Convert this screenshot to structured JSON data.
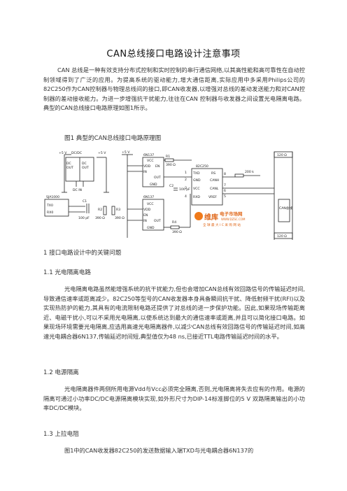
{
  "document": {
    "title": "CAN总线接口电路设计注意事项",
    "intro": "CAN 总线是一种有效支持分布式控制和实时控制的串行通信网络,以其高性能和高可靠性在自动控制领域得到了广泛的应用。为提高系统的驱动能力,增大通信距离,实际应用中多采用Philips公司的82C250作为CAN控制器与物理总线间的接口,即CAN收发器,以增强对总线的差动发送能力和对CAN控制器的差动接收能力。为进一步增强抗干扰能力,往往在CAN 控制器与收发器之间设置光电隔离电路。典型的CAN总线接口电路原理如图1所示。",
    "figure_caption": "图1    典型的CAN总线接口电路原理图",
    "section1": "1 接口电路设计中的关键问题",
    "section1_1": "1.1 光电隔离电路",
    "para1_1": "光电隔离电路虽然能增强系统的抗干扰能力,但也会增加CAN总线有效回路信号的传输延迟时间,导致通信速率或距离减少。82C250等型号的CAN收发器本身具备瞬间抗干扰、降低射频干扰(RFI)以及实现热防护的能力,其具有的电流限制电路还提供了对总线的进一步保护功能。因此,如果现场传输距离近、电磁干扰小,可以不采用光电隔离,以使系统达到最大的通信速率或距离,并且可以简化接口电路。如果现场环境需要光电隔离,应选用高速光电隔离器件,以减少CAN总线有效回路信号的传输延迟时间,如高速光电耦合器6N137,传输延迟时间短,典型值仅为48 ns,已接近TTL电路传输延迟时间的水平。",
    "section1_2": "1.2 电源隔离",
    "para1_2": "光电隔离器件两侧所用电源Vdd与Vcc必须完全隔离,否则,光电隔离将失去应有的作用。电源的隔离可通过小功率DC/DC电源隔离模块实现,如外形尺寸为DIP-14标准脚位的5 V 双路隔离输出的小功率DC/DC模块。",
    "section1_3": "1.3 上拉电阻",
    "para1_3": "图1中的CAN收发器82C250的发送数据输入端TXD与光电耦合器6N137的"
  },
  "figure": {
    "labels": {
      "p5v_a": "+5 V",
      "dcdc": "DC/DC",
      "p5v_b": "+5 V",
      "dc_out_l": "DC",
      "out_l": "OUT",
      "dc_out_r": "DC",
      "out_r": "OUT",
      "dc_in": "DC IN",
      "p5v_c": "+5 V",
      "u1": "6N137",
      "u1_vcc": "VCC",
      "u1_vdd": "VDD",
      "u1_en": "EN",
      "u1_in": "IN",
      "u1_out": "OUT",
      "u1_gnd": "GND",
      "r1": "R1",
      "r1v": "390 Ω",
      "c2": "C2",
      "c2v": "100 pF",
      "u2": "82C250",
      "txd": "TXD",
      "rs": "RS",
      "gnd2": "GND",
      "canh": "CANH",
      "canl": "CANL",
      "rxd": "RXD",
      "vref": "VREF",
      "vcc2": "VCC",
      "r200": "200 k",
      "r120a": "120 Ω",
      "r120b": "120 Ω",
      "canbus": "CAN总线",
      "sja": "SJA1000",
      "tx0": "TX0",
      "rx0": "RX0",
      "c1": "C1",
      "c1v": "100 pF",
      "r2": "R2",
      "r2v": "390 Ω",
      "r3": "R3",
      "r3v": "390 Ω",
      "u3": "6N137",
      "u3_vcc": "VCC",
      "u3_vdd": "VDD",
      "u3_en": "EN",
      "u3_in": "IN",
      "u3_out": "OUT",
      "u3_gnd": "GND",
      "r4": "R4",
      "r4v": "390 Ω",
      "n1": "1",
      "n2": "2",
      "n3": "3",
      "n4": "4",
      "n5": "5",
      "n6": "6",
      "n7": "7",
      "n8": "8"
    },
    "watermark": {
      "brand": "维库",
      "name": "电子市场网",
      "url": "WWW.DZSC.COM",
      "slogan": "全球最大IC采购网站"
    }
  }
}
